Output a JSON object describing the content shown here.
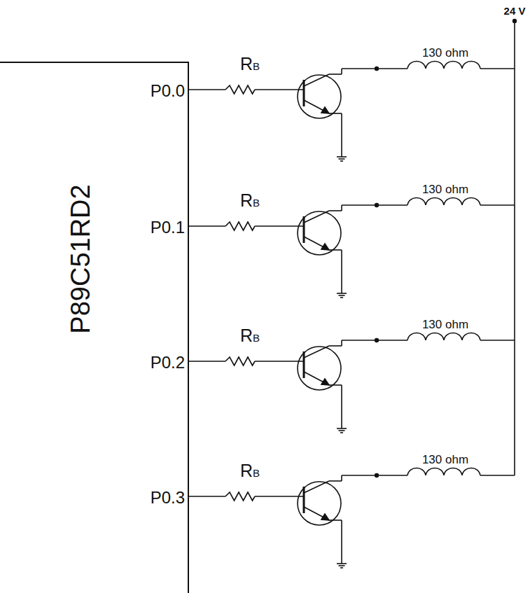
{
  "diagram": {
    "nodes": [
      {
        "text": [
          "P89C51RD2"
        ]
      }
    ],
    "labels": [
      "24 V",
      "P0.0",
      "RB",
      "130 ohm",
      "P0.1",
      "RB",
      "130 ohm",
      "P0.2",
      "RB",
      "130 ohm",
      "P0.3",
      "RB",
      "130 ohm"
    ]
  }
}
